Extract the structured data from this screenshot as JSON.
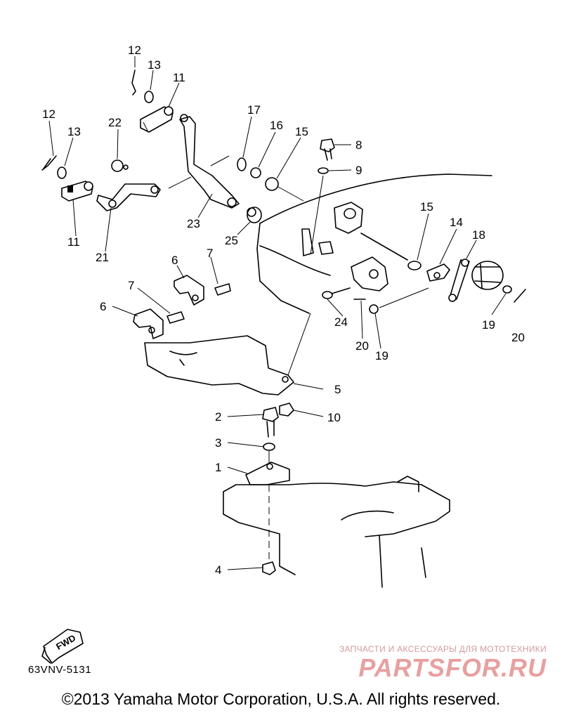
{
  "diagram": {
    "code": "63VNV-5131",
    "copyright": "©2013 Yamaha Motor Corporation, U.S.A. All rights reserved.",
    "fwd_label": "FWD",
    "callouts": [
      "1",
      "2",
      "3",
      "4",
      "5",
      "6",
      "6",
      "7",
      "7",
      "8",
      "9",
      "10",
      "11",
      "11",
      "12",
      "12",
      "13",
      "13",
      "14",
      "15",
      "15",
      "16",
      "17",
      "18",
      "19",
      "19",
      "20",
      "20",
      "21",
      "22",
      "23",
      "24",
      "25"
    ]
  },
  "watermark": {
    "tagline": "ЗАПЧАСТИ И АКСЕССУАРЫ ДЛЯ МОТОТЕХНИКИ",
    "logo": "PARTSFOR.RU"
  }
}
